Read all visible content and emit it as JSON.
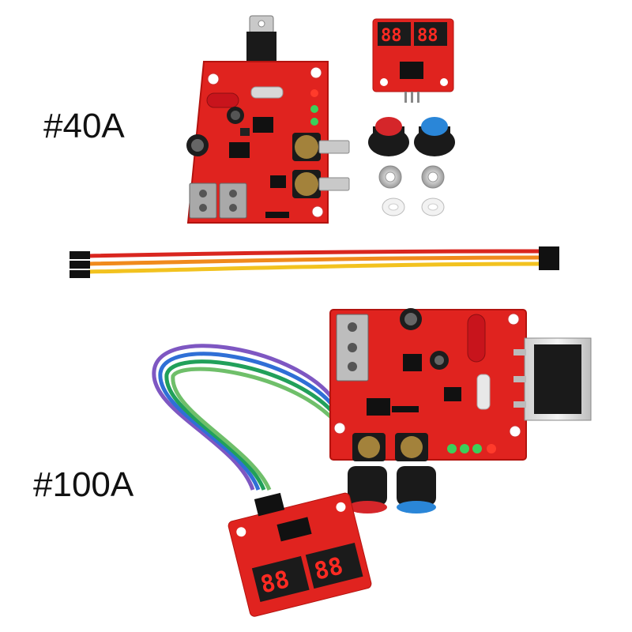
{
  "labels": {
    "variant_40a": "#40A",
    "variant_100a": "#100A"
  },
  "colors": {
    "pcb_red": "#e0231f",
    "pcb_dark_red": "#b3130f",
    "led_digit_red": "#ff2a22",
    "knob_red_cap": "#d5262a",
    "knob_blue_cap": "#2a86d8",
    "wire_red": "#d9261f",
    "wire_orange": "#f08a1c",
    "wire_yellow": "#f2c21f",
    "wire_purple": "#7e57c2",
    "wire_blue": "#2f6fd6",
    "wire_green": "#21a05a"
  },
  "icons": [
    "pcb-board-icon",
    "seven-segment-display-icon",
    "rotary-knob-icon",
    "dupont-cable-icon",
    "heatsink-icon"
  ],
  "parts": {
    "pcb_40a": "pcb-board",
    "display_40a": "seven-segment-display-module",
    "knobs_40a": [
      "red-cap-knob",
      "blue-cap-knob"
    ],
    "cable_3pin": "3-wire-dupont-cable",
    "pcb_100a": "pcb-board-with-heatsink",
    "display_100a": "seven-segment-display-module",
    "cable_4pin": "4-wire-ribbon-cable"
  }
}
